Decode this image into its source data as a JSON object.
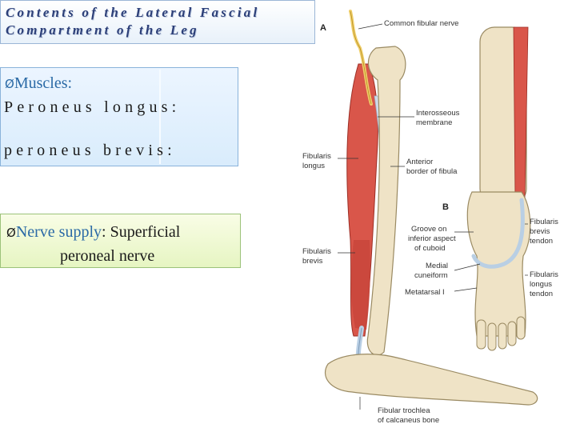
{
  "title": {
    "line1": "Contents of the Lateral Fascial",
    "line2": "Compartment of the Leg"
  },
  "muscles": {
    "heading": "Muscles:",
    "item1": "Peroneus longus:",
    "item2": "peroneus brevis:"
  },
  "nerve": {
    "label": "Nerve supply",
    "colon": ":",
    "value_part1": "Superficial",
    "value_part2": "peroneal nerve"
  },
  "bullet_symbol": "Ø",
  "figure": {
    "panel_a": "A",
    "panel_b": "B",
    "labels": {
      "common_fibular_nerve": "Common fibular nerve",
      "interosseous_1": "Interosseous",
      "interosseous_2": "membrane",
      "fibularis_longus_1": "Fibularis",
      "fibularis_longus_2": "longus",
      "anterior_border_1": "Anterior",
      "anterior_border_2": "border of fibula",
      "groove_1": "Groove on",
      "groove_2": "inferior aspect",
      "groove_3": "of cuboid",
      "fibularis_brevis_1": "Fibularis",
      "fibularis_brevis_2": "brevis",
      "medial_cuneiform_1": "Medial",
      "medial_cuneiform_2": "cuneiform",
      "metatarsal_1": "Metatarsal I",
      "fb_tendon_1": "Fibularis",
      "fb_tendon_2": "brevis",
      "fb_tendon_3": "tendon",
      "fl_tendon_1": "Fibularis",
      "fl_tendon_2": "longus",
      "fl_tendon_3": "tendon",
      "trochlea_1": "Fibular trochlea",
      "trochlea_2": "of calcaneus bone"
    }
  },
  "colors": {
    "title_text": "#2c3f78",
    "accent_blue": "#2b6aa6",
    "muscles_box_bg": "#d9ecfc",
    "nerve_box_bg": "#e6f5c2",
    "bone": "#efe3c6",
    "muscle": "#d9564a",
    "tendon": "#b9cfe4",
    "nerve": "#f0cf6a"
  }
}
